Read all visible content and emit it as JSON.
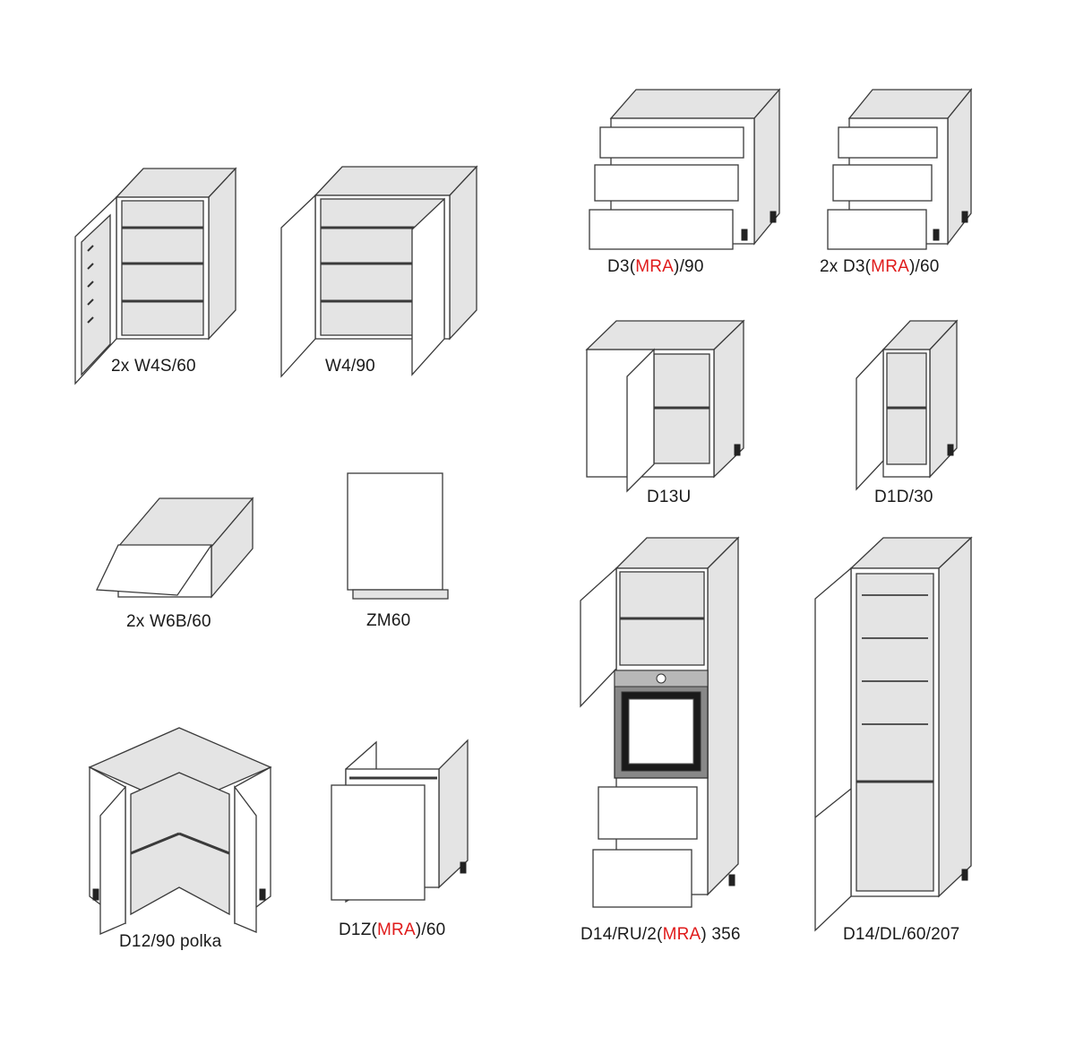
{
  "catalog": {
    "items": [
      {
        "id": "w4s60",
        "label": "2x W4S/60"
      },
      {
        "id": "w490",
        "label": "W4/90"
      },
      {
        "id": "d390",
        "label_prefix": "D3(",
        "label_red": "MRA",
        "label_suffix": ")/90"
      },
      {
        "id": "d360",
        "label_prefix": "2x D3(",
        "label_red": "MRA",
        "label_suffix": ")/60"
      },
      {
        "id": "d13u",
        "label": "D13U"
      },
      {
        "id": "d1d30",
        "label": "D1D/30"
      },
      {
        "id": "w6b60",
        "label": "2x W6B/60"
      },
      {
        "id": "zm60",
        "label": "ZM60"
      },
      {
        "id": "d14ru",
        "label_prefix": "D14/RU/2(",
        "label_red": "MRA",
        "label_suffix": ") 356"
      },
      {
        "id": "d14dl",
        "label": "D14/DL/60/207"
      },
      {
        "id": "d1290",
        "label": "D12/90 polka"
      },
      {
        "id": "d1z60",
        "label_prefix": "D1Z(",
        "label_red": "MRA",
        "label_suffix": ")/60"
      }
    ],
    "colors": {
      "highlight": "#e01b1b",
      "outline": "#3a3a3a",
      "panel": "#e4e4e4"
    }
  }
}
